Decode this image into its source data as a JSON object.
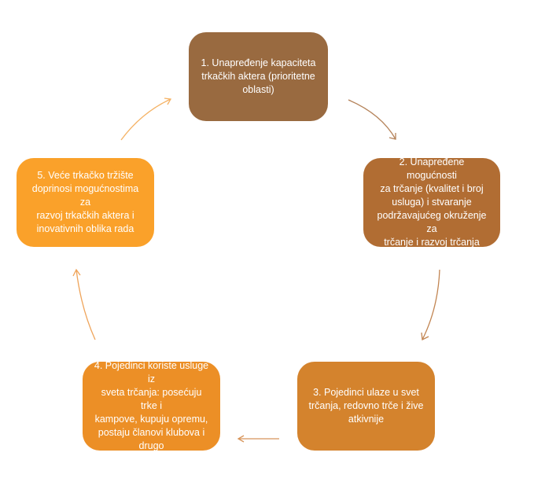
{
  "nodes": [
    {
      "id": "n1",
      "text": "1. Unapređenje kapaciteta\ntrkačkih aktera (prioritetne\noblasti)"
    },
    {
      "id": "n2",
      "text": "2. Unapređene mogućnosti\nza trčanje (kvalitet i broj\nusluga) i stvaranje\npodržavajućeg okruženje za\ntrčanje i razvoj trčanja"
    },
    {
      "id": "n3",
      "text": "3. Pojedinci ulaze u svet\ntrčanja, redovno trče i žive\natkivnije"
    },
    {
      "id": "n4",
      "text": "4. Pojedinci koriste usluge iz\nsveta trčanja: posećuju trke i\nkampove, kupuju opremu,\npostaju članovi klubova i\ndrugo"
    },
    {
      "id": "n5",
      "text": "5. Veće trkačko tržište\ndoprinosi mogućnostima za\nrazvoj trkačkih aktera i\ninovativnih oblika rada"
    }
  ],
  "colors": {
    "n1": "#996a40",
    "n2": "#b16d33",
    "n3": "#d4832d",
    "n4": "#ec8f26",
    "n5": "#faa12a"
  }
}
